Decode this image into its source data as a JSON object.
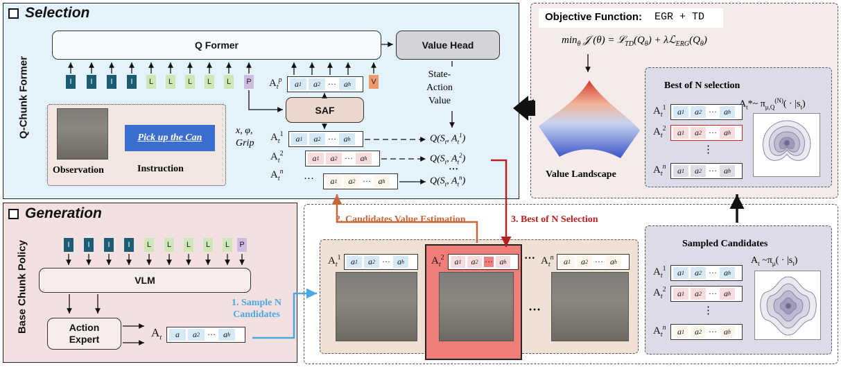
{
  "selection": {
    "title": "Selection",
    "side_label": "Q-Chunk Former",
    "qformer": "Q Former",
    "value_head": "Value Head",
    "saf": "SAF",
    "state_action_value": "State-\nAction\nValue",
    "tokens": [
      "I",
      "I",
      "I",
      "I",
      "L",
      "L",
      "L",
      "L",
      "L",
      "P"
    ],
    "v_token": "V",
    "obs_label": "Observation",
    "instr_label": "Instruction",
    "instr_text": "Pick up the Can",
    "state_label": "x, φ,\nGrip",
    "ap_label": "A_t^p",
    "seq_cells": [
      "a1",
      "a2",
      "···",
      "ah"
    ],
    "rows": [
      {
        "label": "A_t^1",
        "q": "Q(S_t, A_t^1)"
      },
      {
        "label": "A_t^2",
        "q": "Q(S_t, A_t^2)"
      },
      {
        "label": "A_t^n",
        "q": "Q(S_t, A_t^n)"
      }
    ],
    "row_dots": "···",
    "q_dots": "···"
  },
  "generation": {
    "title": "Generation",
    "side_label": "Base Chunk Policy",
    "tokens": [
      "I",
      "I",
      "I",
      "I",
      "L",
      "L",
      "L",
      "L",
      "L",
      "P"
    ],
    "vlm": "VLM",
    "action_expert": "Action\nExpert",
    "at_label": "A_t",
    "seq_cells": [
      "a",
      "a2",
      "···",
      "ah"
    ],
    "step1": "1.  Sample N\nCandidates"
  },
  "middle": {
    "step2": "2. Candidates Value Estimation",
    "step3": "3. Best of N Selection",
    "cands": [
      {
        "label": "A_t^1"
      },
      {
        "label": "A_t^2"
      },
      {
        "label": "A_t^n"
      }
    ],
    "between_dots": "···",
    "img_dots": "···"
  },
  "objective": {
    "title": "Objective Function:",
    "title_mono": "EGR + TD",
    "formula": "min_θ J(θ) = L_TD(Q_θ) + λ L_ERG(Q_θ)",
    "landscape_label": "Value Landscape",
    "bon_title": "Best of N selection",
    "bon_rows": [
      "A_t^1",
      "A_t^2",
      "A_t^n"
    ],
    "bon_dots": "⋮",
    "policy_label": "A_t*~ π_μ,Q^(N)( · |s_t)"
  },
  "sampled": {
    "title": "Sampled Candidates",
    "rows": [
      "A_t^1",
      "A_t^2",
      "A_t^n"
    ],
    "dots": "⋮",
    "policy_label": "A_t ~π_μ( · |s_t)"
  },
  "colors": {
    "selection_bg": "#e4f2fb",
    "generation_bg": "#f3e0e0",
    "token_I": "#1e5c74",
    "token_L": "#cfe7b7",
    "token_P": "#cdbde2",
    "token_V": "#ec9a6e",
    "step1": "#4aa8e0",
    "step2": "#c8653a",
    "step3": "#b81f1f"
  }
}
